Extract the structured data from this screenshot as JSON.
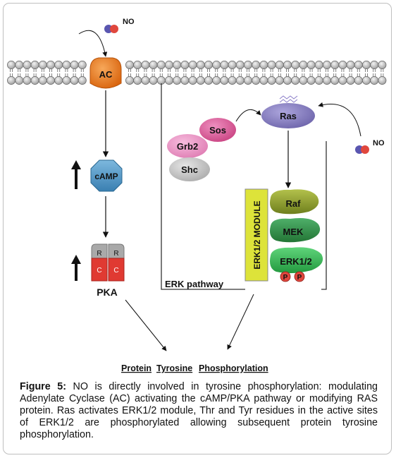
{
  "diagram": {
    "no_label_top": "NO",
    "no_label_right": "NO",
    "ac_label": "AC",
    "camp_label": "cAMP",
    "pka_label": "PKA",
    "pka_r1": "R",
    "pka_r2": "R",
    "pka_c1": "C",
    "pka_c2": "C",
    "sos_label": "Sos",
    "grb2_label": "Grb2",
    "shc_label": "Shc",
    "ras_label": "Ras",
    "raf_label": "Raf",
    "mek_label": "MEK",
    "erk_label": "ERK1/2",
    "p1_label": "P",
    "p2_label": "P",
    "module_label": "ERK1/2 MODULE",
    "pathway_label": "ERK pathway",
    "result_word1": "Protein",
    "result_word2": "Tyrosine",
    "result_word3": "Phosphorylation",
    "colors": {
      "ac": "#e8771c",
      "camp": "#4a8fc0",
      "pka_red": "#e03a32",
      "pka_gray": "#a9a9a9",
      "sos": "#d6569a",
      "grb2": "#e78fc3",
      "shc": "#bdbdbd",
      "ras": "#7d74b8",
      "raf": "#8a9d2a",
      "mek": "#2f8f47",
      "erk": "#2fb34f",
      "phospho": "#e0473d",
      "module": "#dde33a"
    }
  },
  "caption": {
    "lead": "Figure 5:",
    "text": " NO is directly involved in tyrosine phosphorylation: modulating Adenylate Cyclase (AC) activating the cAMP/PKA pathway or modifying RAS protein. Ras activates ERK1/2 module, Thr and Tyr residues in the active sites of ERK1/2 are phosphorylated allowing subsequent protein tyrosine phosphorylation."
  }
}
